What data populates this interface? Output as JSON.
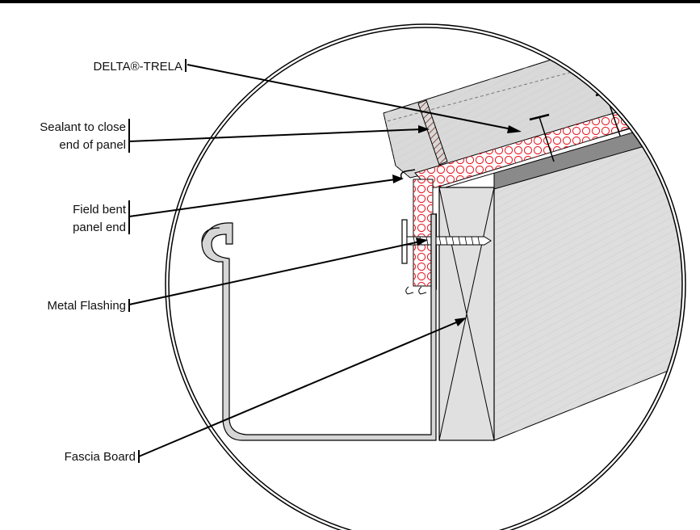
{
  "labels": {
    "delta_trela": "DELTA®-TRELA",
    "sealant_line1": "Sealant to close",
    "sealant_line2": "end of panel",
    "field_bent_line1": "Field bent",
    "field_bent_line2": "panel end",
    "metal_flashing": "Metal Flashing",
    "fascia_board": "Fascia Board"
  },
  "colors": {
    "insulation": "#e8202a",
    "panel_fill": "#d9d9d9",
    "board_fill": "#dcdcdc",
    "dark_band": "#8a8a8a",
    "sealant": "#8b4a3c",
    "outline": "#000000"
  }
}
